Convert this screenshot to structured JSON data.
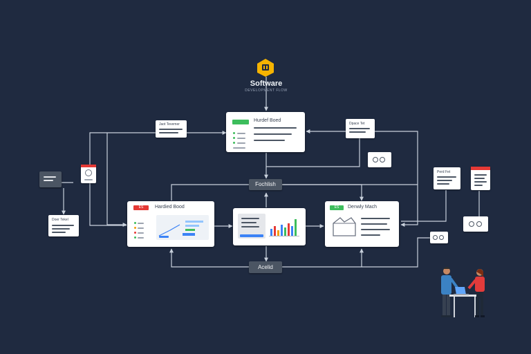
{
  "logo": {
    "title": "Software",
    "subtitle": "DEVELOPMENT FLOW",
    "color": "#f5b301"
  },
  "nodes": {
    "top_card_title": "Hurdef Boed",
    "left_card_title": "Hardied Bood",
    "right_card_title": "Denwly Mach",
    "badge_red_text": "ES",
    "badge_green_text": "ES",
    "center_hub_label": "Fochlish",
    "bottom_hub_label": "Acelid",
    "left_note_title": "Jaot Tevemer",
    "right_note_title": "Dpace Tet",
    "far_left_note_title": "Doer Tekel",
    "far_right_note_title": "Perd Fet"
  },
  "colors": {
    "background": "#1f2a40",
    "connector": "#c9d1dc",
    "accent_green": "#3dbd5c",
    "accent_red": "#e53935",
    "accent_blue": "#3b82f6",
    "chip_dark": "#4b5563"
  },
  "icons": {
    "logo": "shield-logo-icon",
    "document": "document-icon",
    "link": "link-circles-icon",
    "people": "collaborating-people-icon"
  }
}
